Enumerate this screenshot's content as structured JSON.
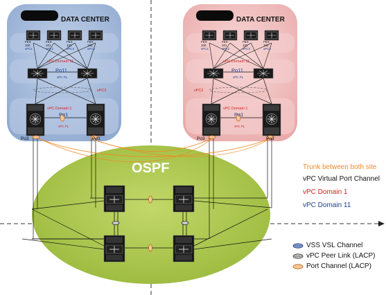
{
  "colors": {
    "left_dc": "#9db4d6",
    "right_dc": "#efbcbc",
    "ospf_cloud": "#a9c54a",
    "trunk": "#f08a24",
    "vpc_domain_1": "#d81e1e",
    "vpc_domain_11": "#1e3f8f",
    "black": "#111111"
  },
  "left_dc": {
    "title": "DATA CENTER",
    "fex": [
      {
        "name": "FEX",
        "num": "100",
        "vpc": "vPC1"
      },
      {
        "name": "FEX",
        "num": "101",
        "vpc": "vPC2"
      },
      {
        "name": "FEX",
        "num": "102",
        "vpc": "vPC3"
      },
      {
        "name": "FEX",
        "num": "103",
        "vpc": "vPC4"
      }
    ],
    "domain11": "vPC Domain 11",
    "po11": "Po11",
    "vpc_pl_top": "vPC PL",
    "vpc_bottom": "vPC2",
    "domain1": "vPC Domain 1",
    "po1": "Po1",
    "vpc_pl_bottom": "vPC PL",
    "po3_left": "Po3",
    "po3_right": "Po3"
  },
  "right_dc": {
    "title": "DATA CENTER",
    "fex": [
      {
        "name": "FEX",
        "num": "100",
        "vpc": "vPC1"
      },
      {
        "name": "FEX",
        "num": "101",
        "vpc": "vPC2"
      },
      {
        "name": "FEX",
        "num": "102",
        "vpc": "vPC3"
      },
      {
        "name": "FEX",
        "num": "103",
        "vpc": "vPC4"
      }
    ],
    "domain11": "vPC Domain 11",
    "po11": "Po11",
    "vpc_pl_top": "vPC PL",
    "vpc_bottom": "vPC2",
    "domain1": "vPC Domain 1",
    "po1": "Po1",
    "vpc_pl_bottom": "vPC PL",
    "po3_left": "Po3",
    "po3_right": "Po3"
  },
  "ospf_label": "OSPF",
  "legend": {
    "trunk": "Trunk between both site",
    "vpc_virtual_port_channel": "vPC Virtual Port Channel",
    "vpc_domain_1": "vPC Domain 1",
    "vpc_domain_11": "vPC Domain 11",
    "vss_vsl": "VSS VSL Channel",
    "vpc_peer_link": "vPC Peer Link (LACP)",
    "port_channel": "Port Channel (LACP)"
  }
}
